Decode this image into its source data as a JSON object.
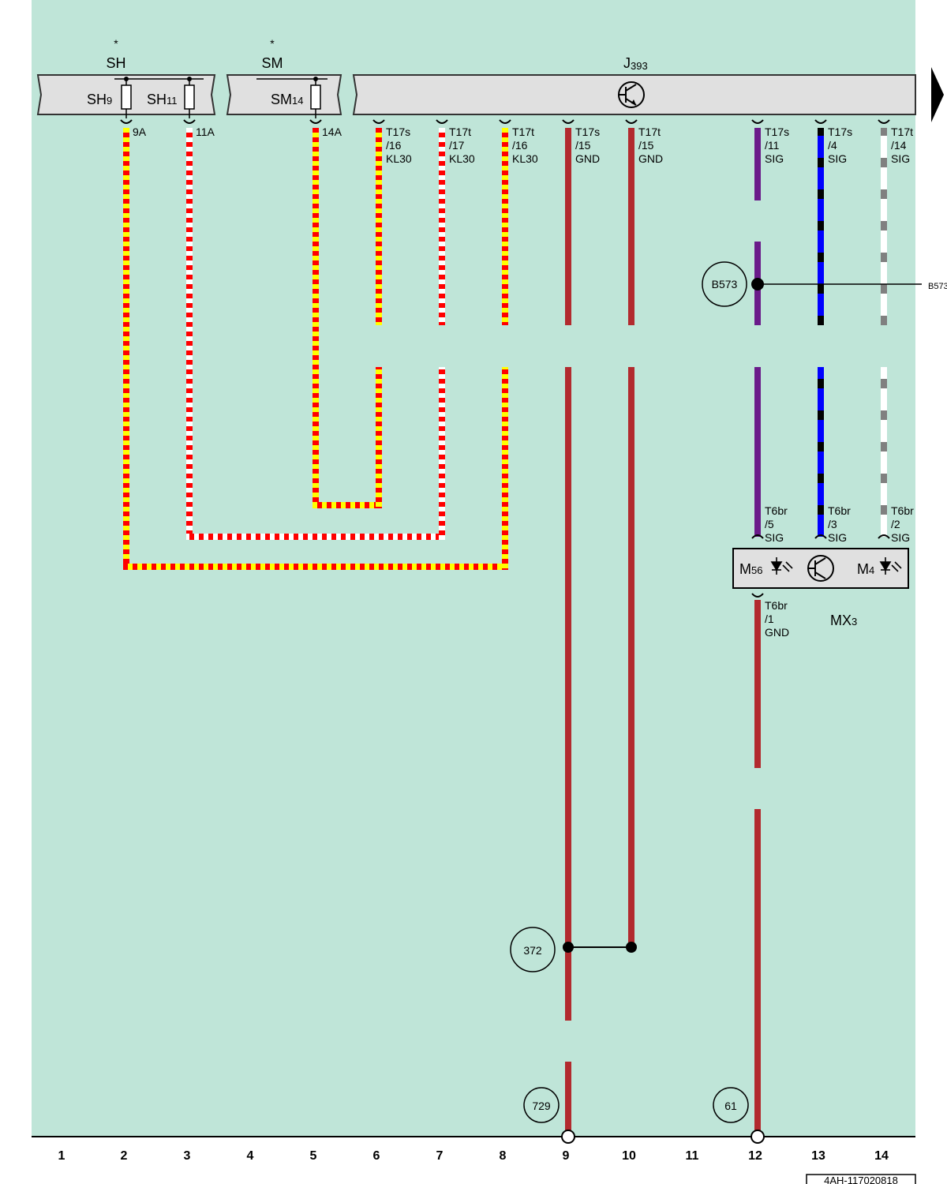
{
  "colors": {
    "background": "#bfe5d8",
    "housing": "#e0e0e0",
    "red": "#ff0000",
    "yellow": "#ffff00",
    "white": "#ffffff",
    "brown": "#b22a2e",
    "violet": "#6a1b8a",
    "blue": "#0000ff",
    "black": "#000000",
    "grey": "#808080"
  },
  "components": {
    "sh": {
      "asterisk": "*",
      "name": "SH",
      "fuse1": "SH",
      "fuse1_sub": "9",
      "fuse2": "SH",
      "fuse2_sub": "11"
    },
    "sm": {
      "asterisk": "*",
      "name": "SM",
      "fuse": "SM",
      "fuse_sub": "14"
    },
    "j393": {
      "name": "J",
      "sub": "393",
      "icon": "transistor-icon"
    },
    "mx3": {
      "name": "MX",
      "sub": "3",
      "m56": "M",
      "m56_sub": "56",
      "m4": "M",
      "m4_sub": "4",
      "icon": "led-icon"
    }
  },
  "pins": {
    "p9a": "9A",
    "p11a": "11A",
    "p14a": "14A",
    "c6": [
      "T17s",
      "/16",
      "KL30"
    ],
    "c7": [
      "T17t",
      "/17",
      "KL30"
    ],
    "c8": [
      "T17t",
      "/16",
      "KL30"
    ],
    "c9": [
      "T17s",
      "/15",
      "GND"
    ],
    "c10": [
      "T17t",
      "/15",
      "GND"
    ],
    "c12": [
      "T17s",
      "/11",
      "SIG"
    ],
    "c13": [
      "T17s",
      "/4",
      "SIG"
    ],
    "c14": [
      "T17t",
      "/14",
      "SIG"
    ],
    "m12": [
      "T6br",
      "/5",
      "SIG"
    ],
    "m13": [
      "T6br",
      "/3",
      "SIG"
    ],
    "m14": [
      "T6br",
      "/2",
      "SIG"
    ],
    "m12b": [
      "T6br",
      "/1",
      "GND"
    ]
  },
  "connections": {
    "b573": "B573",
    "b573_ref": "B573",
    "c372": "372",
    "c729": "729",
    "c61": "61"
  },
  "columns": [
    "1",
    "2",
    "3",
    "4",
    "5",
    "6",
    "7",
    "8",
    "9",
    "10",
    "11",
    "12",
    "13",
    "14"
  ],
  "doc_id": "4AH-117020818"
}
